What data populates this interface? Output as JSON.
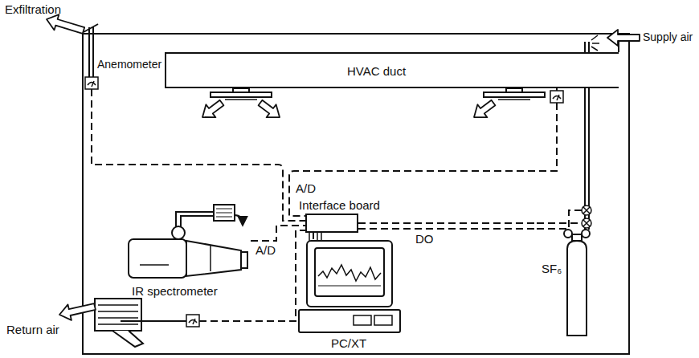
{
  "diagram": {
    "nodes": [
      {
        "text": [
          "HVAC duct"
        ]
      },
      {
        "text": [
          "Interface board"
        ]
      },
      {
        "text": [
          "IR spectrometer"
        ]
      },
      {
        "text": [
          "PC/XT"
        ]
      },
      {
        "text": [
          "SF₆"
        ]
      }
    ],
    "edges": [
      {
        "from": 2,
        "to": 1,
        "arrow": "none",
        "label": "A/D"
      },
      {
        "from": 1,
        "to": 4,
        "arrow": "none",
        "label": "DO"
      },
      {
        "from": 1,
        "to": 3,
        "arrow": "none"
      }
    ],
    "labels": [
      "Exfiltration",
      "Supply air",
      "Anemometer",
      "A/D",
      "Return air"
    ]
  }
}
